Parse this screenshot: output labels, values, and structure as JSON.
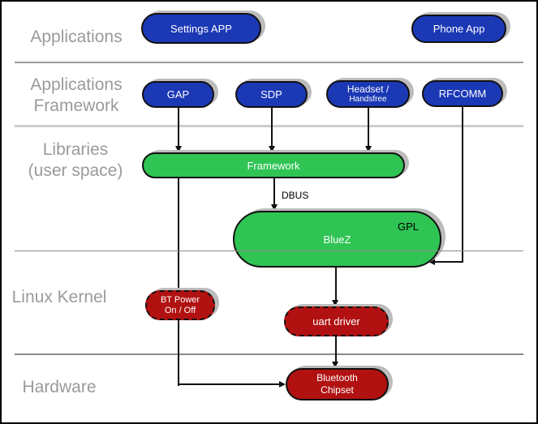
{
  "colors": {
    "app_blue": "#1b38b5",
    "lib_green": "#2fc454",
    "kernel_red": "#b11111",
    "shadow_gray": "#bcbcbc",
    "label_gray": "#9a9a9a",
    "line_black": "#111111"
  },
  "row_labels": {
    "applications": "Applications",
    "applications_framework": {
      "line1": "Applications",
      "line2": "Framework"
    },
    "libraries": {
      "line1": "Libraries",
      "line2": "(user space)"
    },
    "linux_kernel": "Linux Kernel",
    "hardware": "Hardware"
  },
  "nodes": {
    "settings_app": {
      "label": "Settings APP"
    },
    "phone_app": {
      "label": "Phone App"
    },
    "gap": {
      "label": "GAP"
    },
    "sdp": {
      "label": "SDP"
    },
    "headset": {
      "line1": "Headset /",
      "line2": "Handsfree"
    },
    "rfcomm": {
      "label": "RFCOMM"
    },
    "framework": {
      "label": "Framework"
    },
    "bluez": {
      "label": "BlueZ",
      "badge": "GPL"
    },
    "bt_power": {
      "line1": "BT Power",
      "line2": "On / Off"
    },
    "uart_driver": {
      "label": "uart driver"
    },
    "bluetooth_chipset": {
      "line1": "Bluetooth",
      "line2": "Chipset"
    }
  },
  "edges": {
    "dbus_label": "DBUS"
  }
}
